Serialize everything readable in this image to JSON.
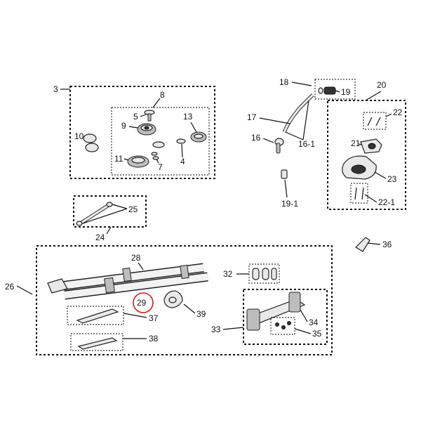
{
  "callouts": {
    "c3": "3",
    "c8": "8",
    "c5": "5",
    "c9": "9",
    "c13": "13",
    "c10": "10",
    "c11": "11",
    "c7": "7",
    "c4": "4",
    "c18": "18",
    "c19": "19",
    "c20": "20",
    "c17": "17",
    "c22": "22",
    "c16": "16",
    "c16_1": "16-1",
    "c21": "21",
    "c23": "23",
    "c19_1": "19-1",
    "c22_1": "22-1",
    "c25": "25",
    "c24": "24",
    "c36": "36",
    "c26": "26",
    "c28": "28",
    "c32": "32",
    "c29": "29",
    "c39": "39",
    "c34": "34",
    "c37": "37",
    "c33": "33",
    "c35": "35",
    "c38": "38"
  },
  "highlighted_callout": "29",
  "colors": {
    "highlight": "#d01c1c",
    "lines": "#111111"
  }
}
